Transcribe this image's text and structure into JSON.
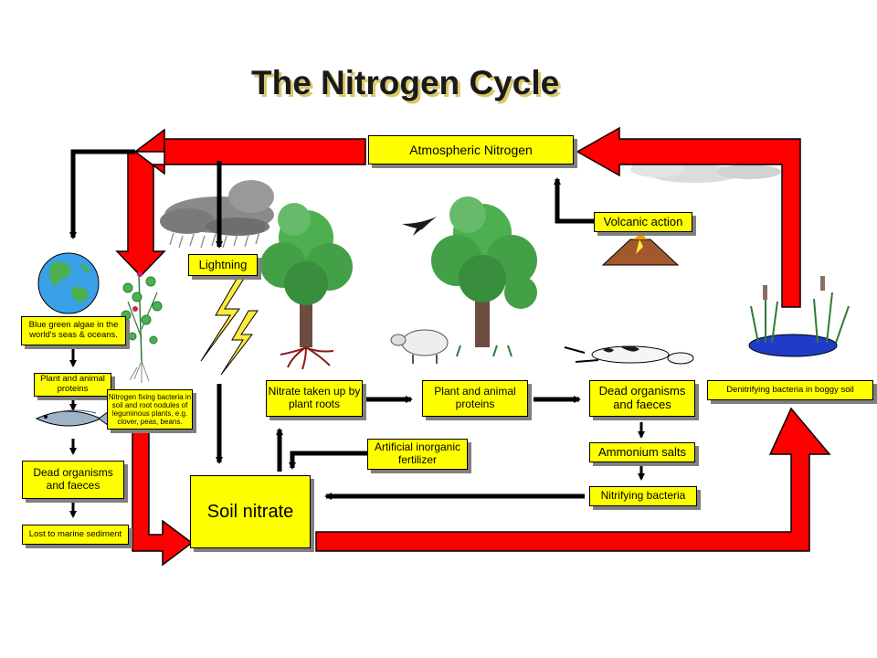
{
  "title": "The Nitrogen Cycle",
  "colors": {
    "box_fill": "#ffff00",
    "red_arrow": "#ff0000",
    "black_arrow": "#000000"
  },
  "labels": {
    "atmospheric_nitrogen": "Atmospheric Nitrogen",
    "volcanic_action": "Volcanic action",
    "lightning": "Lightning",
    "blue_green_algae": "Blue green algae in the world's seas & oceans.",
    "plant_animal_proteins_marine": "Plant and animal proteins",
    "nitrogen_fixing_bacteria": "Nitrogen fixing bacteria in soil and root nodules of leguminous plants, e.g. clover, peas, beans.",
    "dead_organisms_marine": "Dead organisms and faeces",
    "lost_to_marine_sediment": "Lost to marine sediment",
    "nitrate_taken_up": "Nitrate taken up by plant roots",
    "plant_animal_proteins": "Plant and animal proteins",
    "dead_organisms": "Dead organisms and faeces",
    "ammonium_salts": "Ammonium salts",
    "nitrifying_bacteria": "Nitrifying bacteria",
    "artificial_fertilizer": "Artificial inorganic fertilizer",
    "soil_nitrate": "Soil nitrate",
    "denitrifying_bacteria": "Denitrifying bacteria in boggy soil"
  },
  "illustrations": [
    "earth-globe",
    "clover-plant",
    "fish",
    "storm-cloud",
    "lightning-bolt",
    "tree",
    "sheep",
    "swallow-bird",
    "volcano",
    "dead-cow",
    "reeds-pond",
    "cloud"
  ]
}
